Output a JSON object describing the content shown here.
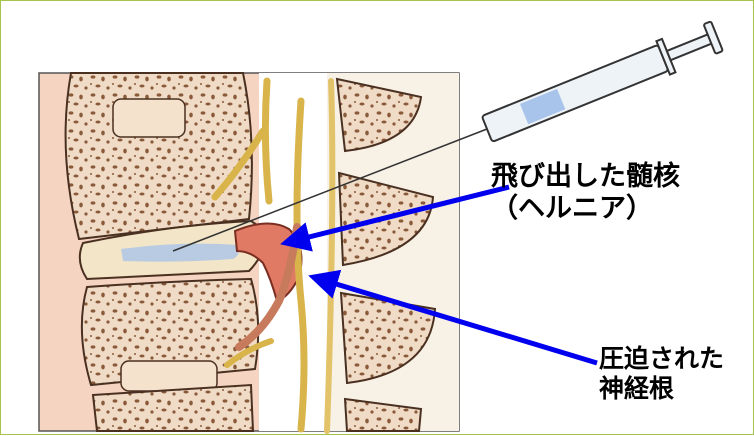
{
  "labels": {
    "herniated_line1": "飛び出した髄核",
    "herniated_line2": "（ヘルニア）",
    "compressed_line1": "圧迫された",
    "compressed_line2": "神経根"
  },
  "icons": [
    "syringe-icon"
  ],
  "colors": {
    "frame_border": "#a7c44a",
    "bone_fill": "#f0dcc6",
    "bone_spots": "#8a5a3a",
    "nerve": "#d9b44a",
    "hernia": "#e07a64",
    "arrow": "#0000ee",
    "syringe_liquid": "#a9c4ea"
  }
}
